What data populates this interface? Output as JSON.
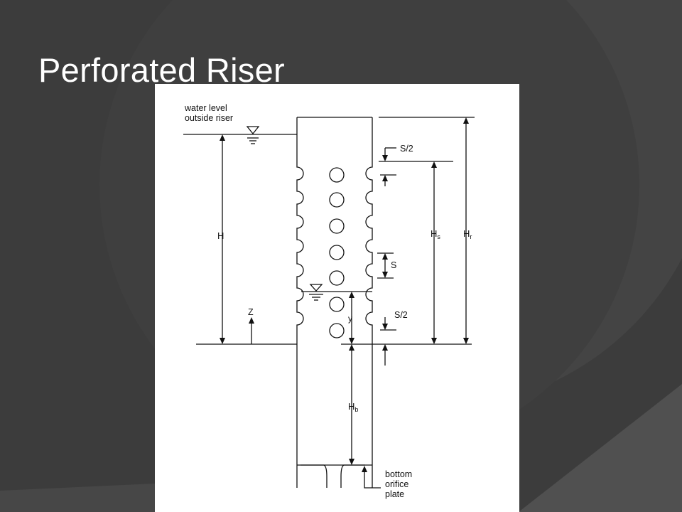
{
  "slide": {
    "title": "Perforated Riser"
  },
  "diagram": {
    "labels": {
      "water_level_line1": "water level",
      "water_level_line2": "outside riser",
      "H": "H",
      "Z": "Z",
      "S_half_top": "S/2",
      "S": "S",
      "S_half_bottom": "S/2",
      "y": "y",
      "Hs_main": "H",
      "Hs_sub": "s",
      "Hr_main": "H",
      "Hr_sub": "r",
      "Hb_main": "H",
      "Hb_sub": "b",
      "bottom_line1": "bottom",
      "bottom_line2": "orifice",
      "bottom_line3": "plate"
    }
  },
  "colors": {
    "slide_background": "#3c3c3c",
    "figure_background": "#ffffff",
    "line": "#111111",
    "title_text": "#ffffff"
  },
  "icons": {
    "water_surface": "triangle-water-surface-icon"
  }
}
